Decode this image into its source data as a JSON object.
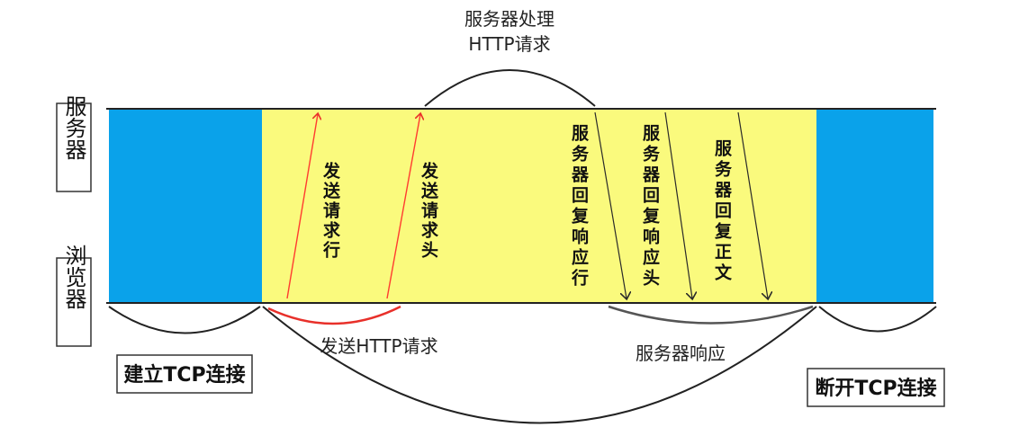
{
  "side_labels": {
    "server": "服务器",
    "browser": "浏览器"
  },
  "top_label": {
    "line1": "服务器处理",
    "line2": "HTTP请求"
  },
  "phases": {
    "establish": "建立TCP连接",
    "disconnect": "断开TCP连接",
    "send_request": "发送HTTP请求",
    "server_response": "服务器响应"
  },
  "arrows": {
    "request_line": "发送请求行",
    "request_headers": "发送请求头",
    "response_line": "服务器回复响应行",
    "response_headers": "服务器回复响应头",
    "response_body": "服务器回复正文"
  },
  "colors": {
    "tcp_blue": "#0aa2ea",
    "http_yellow": "#fafa7d",
    "request_arrow": "#ff3b30",
    "response_arrow": "#3a3a3a",
    "send_arc": "#e8302a",
    "response_arc": "#555555"
  }
}
